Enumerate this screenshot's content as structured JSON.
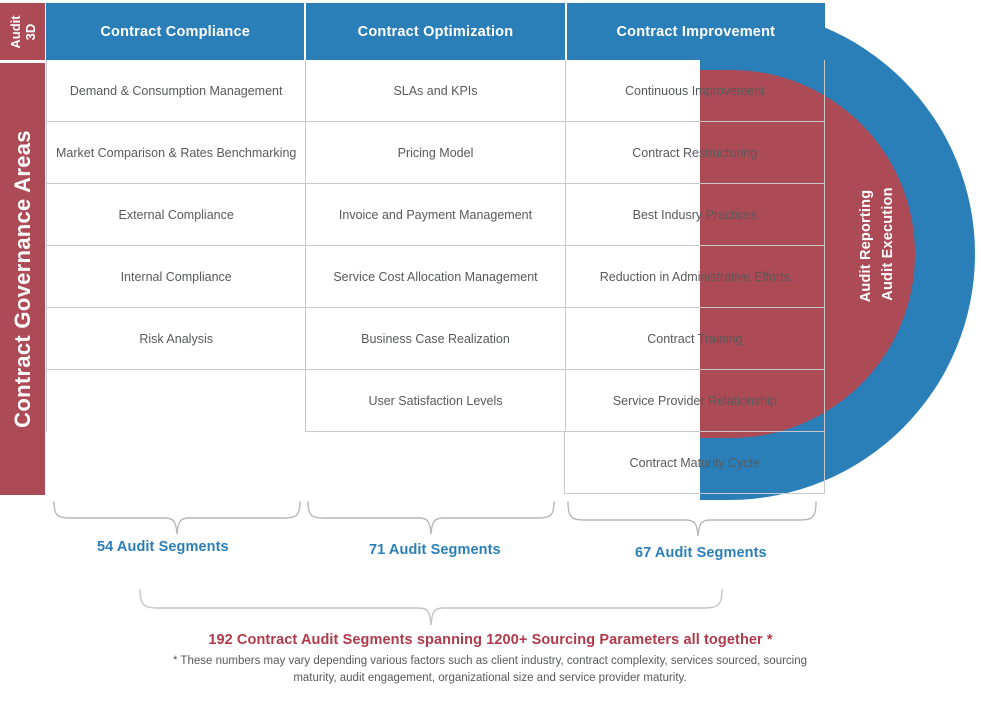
{
  "diagram": {
    "left_rail_top": "Audit\n3D",
    "left_rail_top_line1": "Audit",
    "left_rail_top_line2": "3D",
    "left_rail_main": "Contract Governance Areas",
    "arc_outer_label": "Audit Execution",
    "arc_inner_label": "Audit Reporting",
    "colors": {
      "blue": "#2b7fb8",
      "red": "#ac4a55",
      "summary_red": "#b03a4a",
      "text_gray": "#58595b",
      "grid": "#c9c9c9"
    }
  },
  "table": {
    "columns": [
      "Contract Compliance",
      "Contract Optimization",
      "Contract Improvement"
    ],
    "rows": [
      [
        "Demand & Consumption Management",
        "SLAs and KPIs",
        "Continuous Improvement"
      ],
      [
        "Market Comparison & Rates Benchmarking",
        "Pricing Model",
        "Contract Restructuring"
      ],
      [
        "External Compliance",
        "Invoice and Payment Management",
        "Best Indusry Practices"
      ],
      [
        "Internal Compliance",
        "Service Cost Allocation Management",
        "Reduction in Administrative Efforts"
      ],
      [
        "Risk Analysis",
        "Business Case Realization",
        "Contract Training"
      ],
      [
        "",
        "User Satisfaction Levels",
        "Service Provider Relationship"
      ],
      [
        "",
        "",
        "Contract Maturity Cycle"
      ]
    ]
  },
  "segments": [
    {
      "label": "54 Audit Segments"
    },
    {
      "label": "71 Audit Segments"
    },
    {
      "label": "67 Audit Segments"
    }
  ],
  "summary": {
    "title": "192 Contract Audit Segments spanning 1200+ Sourcing Parameters all together *",
    "note": "* These numbers may vary depending various factors such as client industry, contract complexity, services sourced, sourcing maturity, audit engagement, organizational size and service provider maturity."
  }
}
